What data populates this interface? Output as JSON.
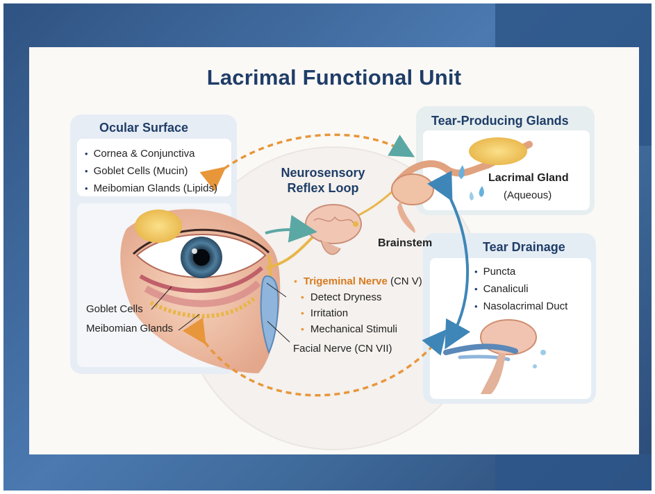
{
  "title": "Lacrimal Functional Unit",
  "ocular_surface": {
    "heading": "Ocular Surface",
    "items": [
      "Cornea & Conjunctiva",
      "Goblet Cells (Mucin)",
      "Meibomian Glands (Lipids)"
    ]
  },
  "tear_glands": {
    "heading": "Tear-Producing Glands",
    "gland_name": "Lacrimal Gland",
    "gland_sub": "(Aqueous)"
  },
  "tear_drainage": {
    "heading": "Tear Drainage",
    "items": [
      "Puncta",
      "Canaliculi",
      "Nasolacrimal Duct"
    ]
  },
  "reflex": {
    "heading_line1": "Neurosensory",
    "heading_line2": "Reflex Loop",
    "brainstem": "Brainstem"
  },
  "trigeminal": {
    "name": "Trigeminal Nerve",
    "code": "(CN V)",
    "items": [
      "Detect Dryness",
      "Irritation",
      "Mechanical Stimuli"
    ]
  },
  "facial_nerve": "Facial Nerve (CN VII)",
  "eye_labels": {
    "goblet": "Goblet Cells",
    "meibomian": "Meibomian Glands"
  },
  "colors": {
    "navy": "#1f3d68",
    "orange": "#e8963a",
    "blue_arrow": "#3f86b8",
    "teal_arrow": "#5ba7a4"
  }
}
